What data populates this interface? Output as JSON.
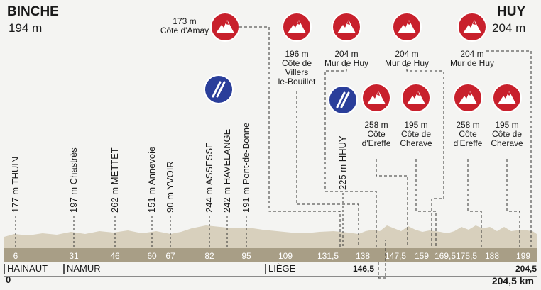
{
  "start": {
    "name": "BINCHE",
    "alt": "194 m"
  },
  "finish": {
    "name": "HUY",
    "alt": "204 m"
  },
  "provinces": [
    {
      "name": "HAINAUT",
      "km": "0"
    },
    {
      "name": "NAMUR",
      "km": ""
    },
    {
      "name": "LIÈGE",
      "km": ""
    }
  ],
  "total": "204,5 km",
  "colors": {
    "ground": "#a89e86",
    "terrain": "#d8d0bd",
    "climb": "#c8202c",
    "feed": "#2a3e9a"
  },
  "axis_km": [
    "6",
    "31",
    "46",
    "60",
    "67",
    "82",
    "95",
    "109",
    "131,5",
    "138",
    "147,5",
    "159",
    "169,5",
    "175,5",
    "188",
    "199"
  ],
  "below_km": [
    {
      "km": "146,5"
    },
    {
      "km": "204,5"
    }
  ],
  "waypoints": [
    {
      "label": "177 m THUIN"
    },
    {
      "label": "197 m Chastrès"
    },
    {
      "label": "262 m METTET"
    },
    {
      "label": "151 m Annevoie"
    },
    {
      "label": "90 m YVOIR"
    },
    {
      "label": "244 m ASSESSE"
    },
    {
      "label": "242 m HAVELANGE"
    },
    {
      "label": "191 m Pont-de-Bonne"
    },
    {
      "label": "225 m HHUY"
    }
  ],
  "climbs": [
    {
      "alt": "173 m",
      "name": [
        "Côte d'Amay"
      ]
    },
    {
      "alt": "196 m",
      "name": [
        "Côte de",
        "Villers",
        "le-Bouillet"
      ]
    },
    {
      "alt": "204 m",
      "name": [
        "Mur de Huy"
      ]
    },
    {
      "alt": "204 m",
      "name": [
        "Mur de Huy"
      ]
    },
    {
      "alt": "204 m",
      "name": [
        "Mur de Huy"
      ]
    },
    {
      "alt": "258 m",
      "name": [
        "Côte",
        "d'Ereffe"
      ]
    },
    {
      "alt": "195 m",
      "name": [
        "Côte de",
        "Cherave"
      ]
    },
    {
      "alt": "258 m",
      "name": [
        "Côte",
        "d'Ereffe"
      ]
    },
    {
      "alt": "195 m",
      "name": [
        "Côte de",
        "Cherave"
      ]
    }
  ],
  "feeds": [
    {
      "name": "feed-zone-1"
    },
    {
      "name": "feed-zone-2"
    }
  ]
}
